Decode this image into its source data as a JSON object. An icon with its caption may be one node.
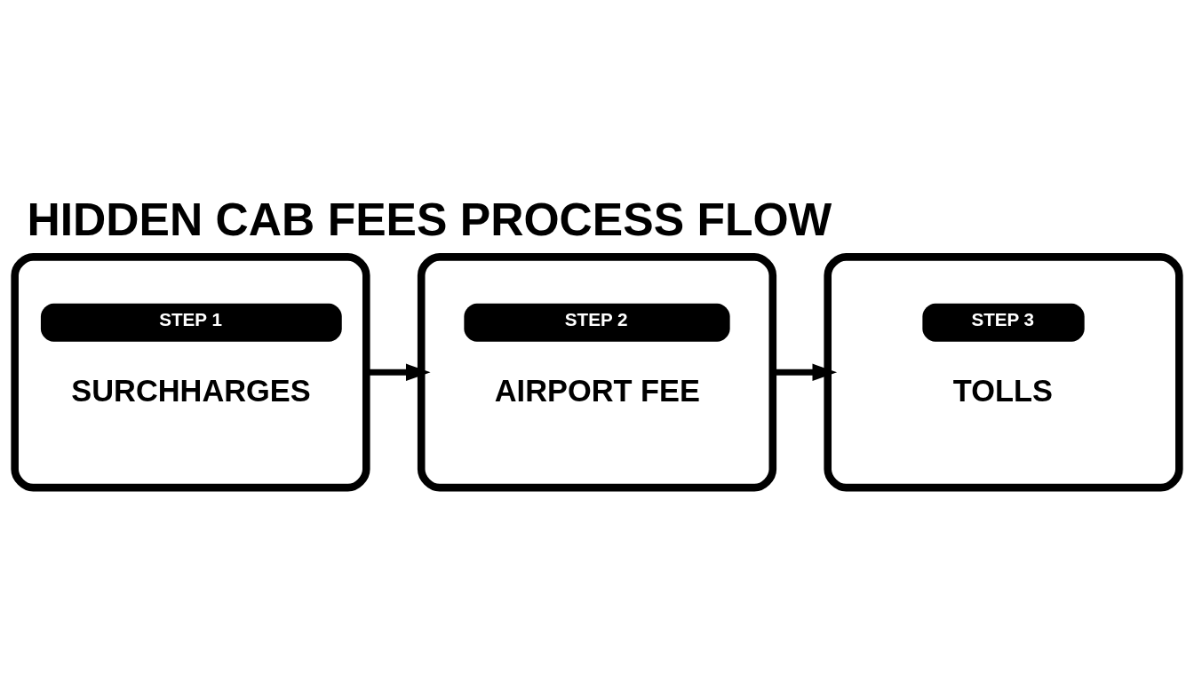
{
  "diagram": {
    "title": "HIDDEN CAB FEES PROCESS FLOW",
    "nodes": [
      {
        "text": [
          "STEP 1",
          "SURCHHARGES"
        ]
      },
      {
        "text": [
          "STEP 2",
          "AIRPORT FEE"
        ]
      },
      {
        "text": [
          "STEP 3",
          "TOLLS"
        ]
      }
    ],
    "edges": [
      {
        "from": 0,
        "to": 1,
        "arrow": "to"
      },
      {
        "from": 1,
        "to": 2,
        "arrow": "to"
      }
    ]
  }
}
